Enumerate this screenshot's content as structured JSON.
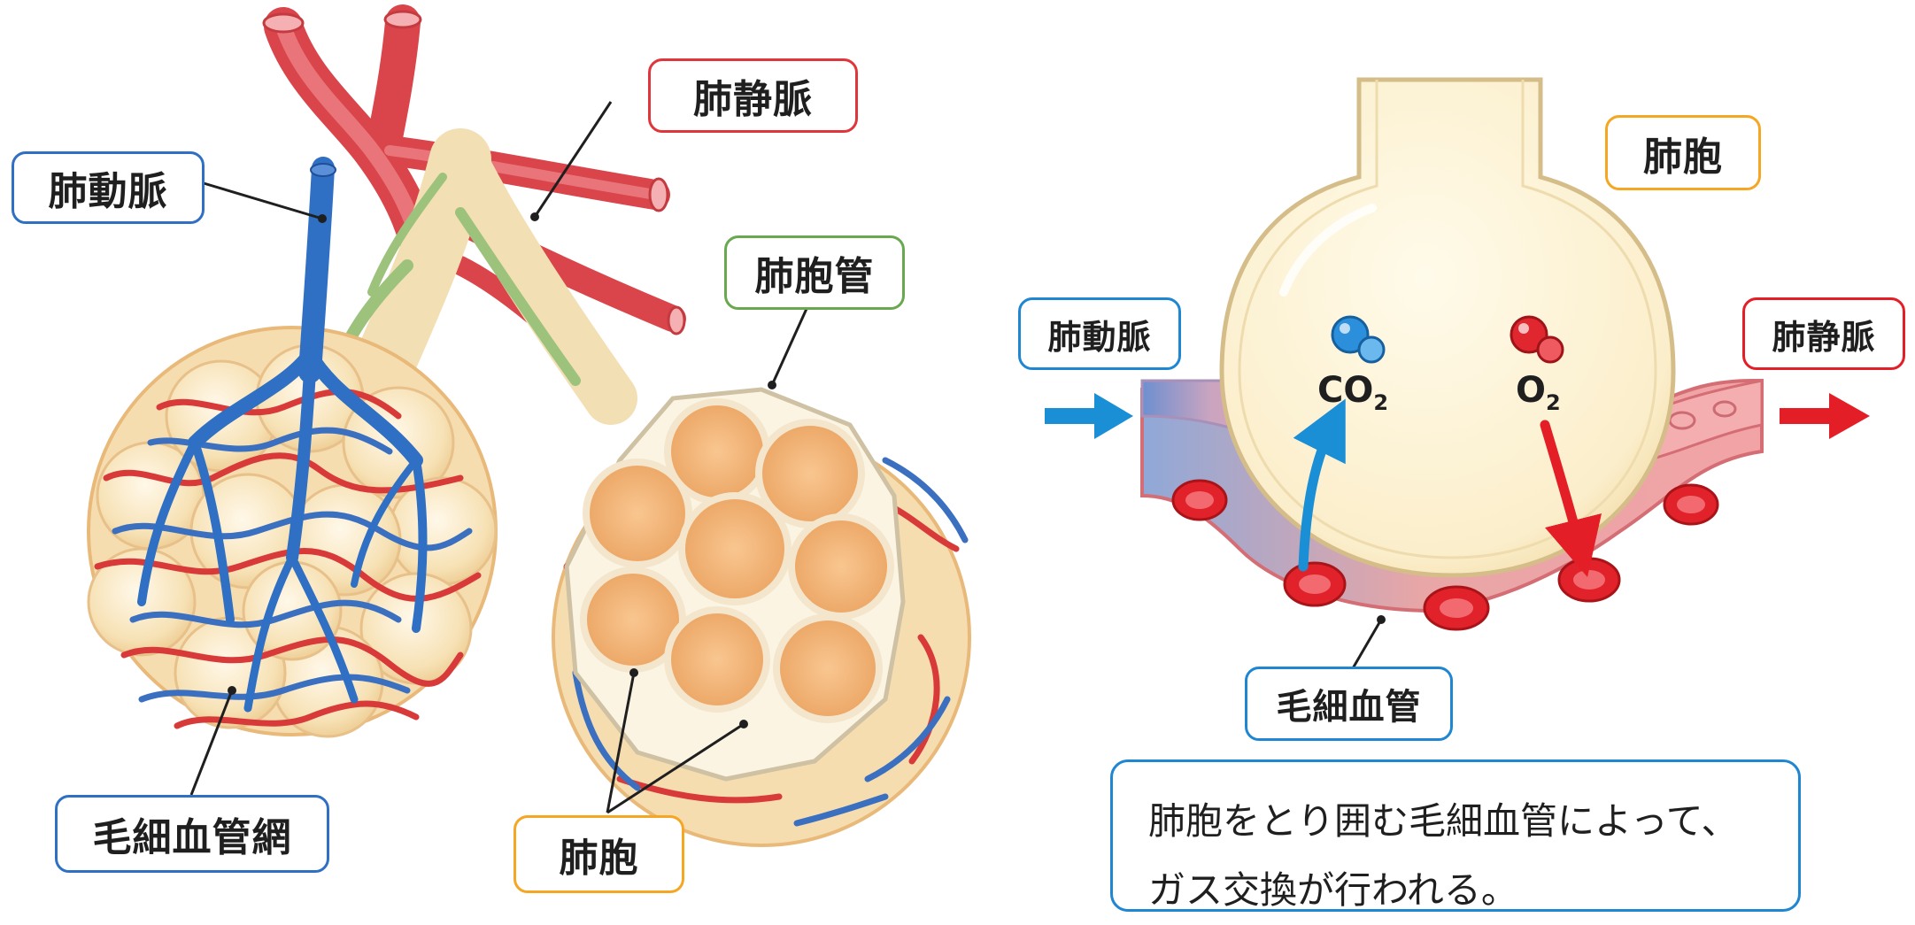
{
  "colors": {
    "artery_blue": "#2f6fc4",
    "vein_red": "#e0363b",
    "duct_green": "#6aa84f",
    "alveolus_orange": "#f5a623",
    "capillary_label_blue": "#1f86d2",
    "arrow_blue": "#1a8fd6",
    "arrow_red": "#e41e26"
  },
  "left_panel": {
    "labels": {
      "pulmonary_artery": "肺動脈",
      "pulmonary_vein": "肺静脈",
      "alveolar_duct": "肺胞管",
      "capillary_network": "毛細血管網",
      "alveoli": "肺胞"
    }
  },
  "right_panel": {
    "labels": {
      "alveolus": "肺胞",
      "pulmonary_artery": "肺動脈",
      "pulmonary_vein": "肺静脈",
      "capillary": "毛細血管"
    },
    "gases": {
      "co2_main": "CO",
      "co2_sub": "2",
      "o2_main": "O",
      "o2_sub": "2"
    },
    "caption": {
      "line1": "肺胞をとり囲む毛細血管によって、",
      "line2": "ガス交換が行われる。"
    }
  }
}
